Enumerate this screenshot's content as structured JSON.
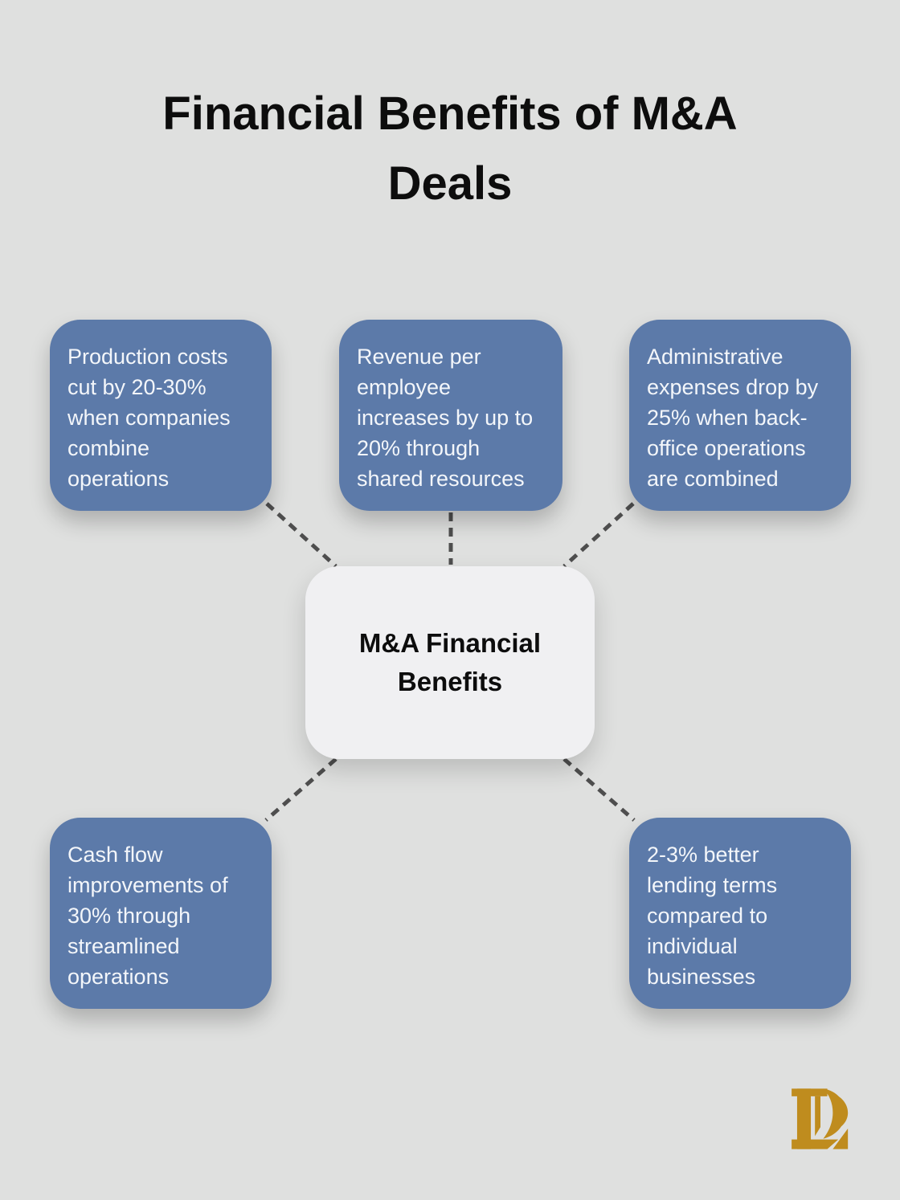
{
  "title": "Financial Benefits of M&A Deals",
  "center": {
    "label": "M&A Financial Benefits"
  },
  "nodes": [
    {
      "id": "production-costs",
      "text": "Production costs cut by 20-30% when companies combine operations"
    },
    {
      "id": "revenue-per-employee",
      "text": "Revenue per employee increases by up to 20% through shared resources"
    },
    {
      "id": "administrative-expenses",
      "text": "Administrative expenses drop by 25% when back-office operations are combined"
    },
    {
      "id": "cash-flow",
      "text": "Cash flow improvements of 30% through streamlined operations"
    },
    {
      "id": "lending-terms",
      "text": "2-3% better lending terms compared to individual businesses"
    }
  ],
  "logo": {
    "icon": "lp-monogram"
  },
  "colors": {
    "background": "#dfe0df",
    "node_fill": "#5c7aa9",
    "node_text": "#f3f6fa",
    "center_fill": "#f0f0f2",
    "center_text": "#0d0d0d",
    "title_text": "#0d0d0d",
    "connector": "#4e4e4e",
    "logo_gold": "#bf8c1e"
  }
}
